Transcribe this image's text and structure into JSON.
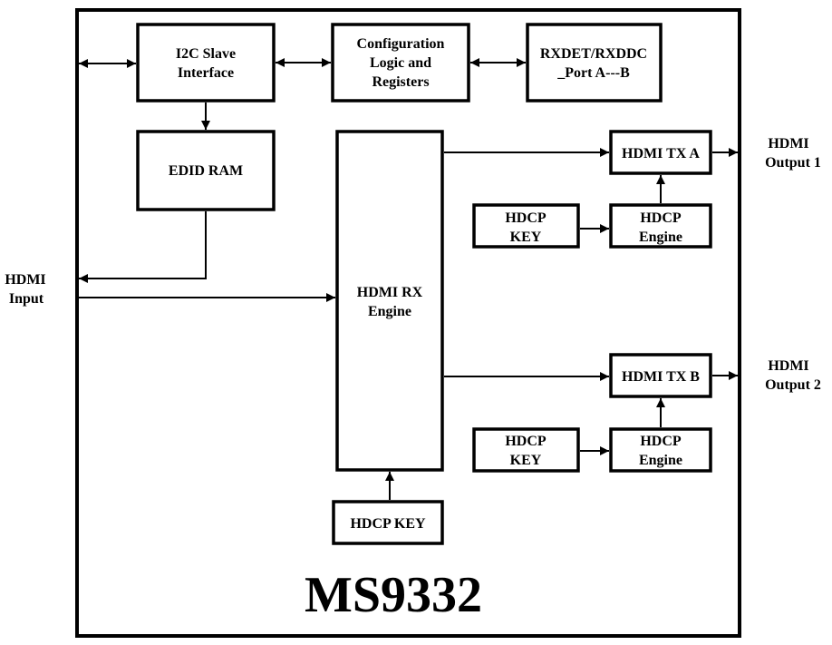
{
  "chip": {
    "name": "MS9332"
  },
  "blocks": {
    "i2c": [
      "I2C Slave",
      "Interface"
    ],
    "config": [
      "Configuration",
      "Logic and",
      "Registers"
    ],
    "rxdet": [
      "RXDET/RXDDC",
      "_Port A---B"
    ],
    "edid": [
      "EDID RAM"
    ],
    "rx_engine": [
      "HDMI RX",
      "Engine"
    ],
    "rx_hdcp_key": [
      "HDCP KEY"
    ],
    "tx_a": [
      "HDMI TX A"
    ],
    "tx_b": [
      "HDMI TX B"
    ],
    "hdcp_key_a": [
      "HDCP",
      "KEY"
    ],
    "hdcp_engine_a": [
      "HDCP",
      "Engine"
    ],
    "hdcp_key_b": [
      "HDCP",
      "KEY"
    ],
    "hdcp_engine_b": [
      "HDCP",
      "Engine"
    ]
  },
  "ports": {
    "input": [
      "HDMI",
      "Input"
    ],
    "output1": [
      "HDMI",
      "Output 1"
    ],
    "output2": [
      "HDMI",
      "Output 2"
    ]
  }
}
